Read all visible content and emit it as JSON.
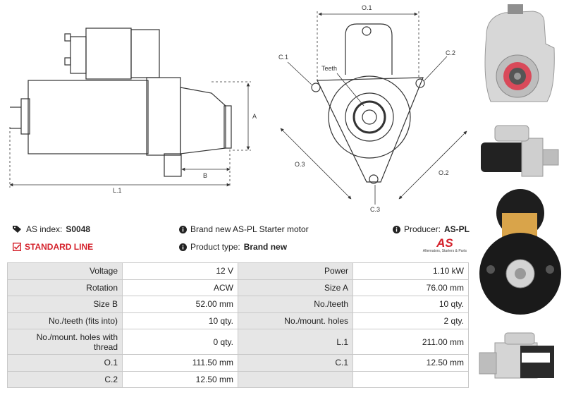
{
  "drawing_labels": {
    "A": "A",
    "B": "B",
    "L1": "L.1",
    "O1": "O.1",
    "O2": "O.2",
    "O3": "O.3",
    "C1": "C.1",
    "C2": "C.2",
    "C3": "C.3",
    "teeth": "Teeth"
  },
  "info": {
    "as_index_label": "AS index:",
    "as_index_value": "S0048",
    "description": "Brand new AS-PL Starter motor",
    "producer_label": "Producer:",
    "producer_value": "AS-PL",
    "line": "STANDARD LINE",
    "product_type_label": "Product type:",
    "product_type_value": "Brand new",
    "logo_text": "AS",
    "logo_subtext": "Alternators, Starters & Parts"
  },
  "colors": {
    "accent_red": "#d4202a",
    "key_bg": "#e6e6e6",
    "border": "#c9c9c9"
  },
  "specs": [
    [
      "Voltage",
      "12 V",
      "Power",
      "1.10 kW"
    ],
    [
      "Rotation",
      "ACW",
      "Size A",
      "76.00 mm"
    ],
    [
      "Size B",
      "52.00 mm",
      "No./teeth",
      "10 qty."
    ],
    [
      "No./teeth (fits into)",
      "10 qty.",
      "No./mount. holes",
      "2 qty."
    ],
    [
      "No./mount. holes with thread",
      "0 qty.",
      "L.1",
      "211.00 mm"
    ],
    [
      "O.1",
      "111.50 mm",
      "C.1",
      "12.50 mm"
    ],
    [
      "C.2",
      "12.50 mm",
      "",
      ""
    ]
  ]
}
